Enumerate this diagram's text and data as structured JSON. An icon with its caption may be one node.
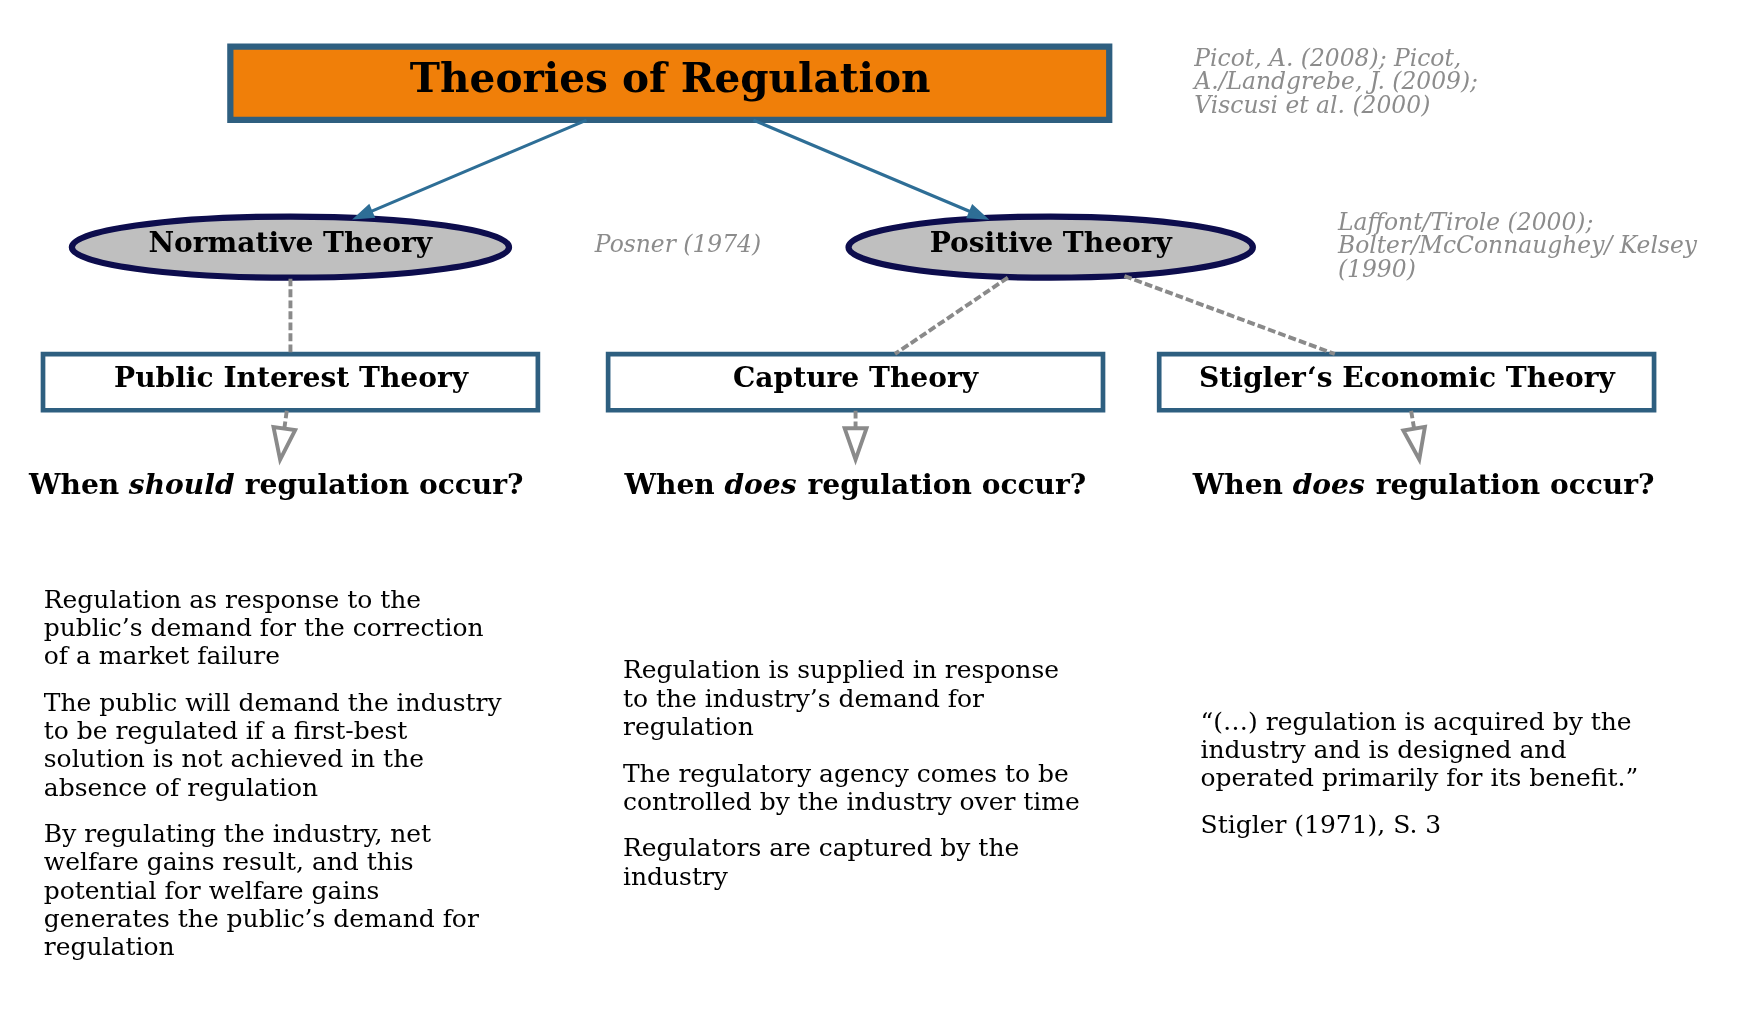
{
  "diagram": {
    "nodes": [
      {
        "text": [
          "Theories of Regulation"
        ],
        "beside": [
          "Picot, A. (2008); Picot, A./Landgrebe, J. (2009); Viscusi et al. (2000)"
        ]
      },
      {
        "text": [
          "Normative Theory"
        ],
        "beside": [
          "Posner (1974)"
        ]
      },
      {
        "text": [
          "Positive Theory"
        ],
        "beside": [
          "Laffont/Tirole (2000); Bolter/McConnaughey/ Kelsey (1990)"
        ]
      },
      {
        "text": [
          "Public Interest Theory"
        ]
      },
      {
        "text": [
          "Capture Theory"
        ]
      },
      {
        "text": [
          "Stigler‘s Economic Theory"
        ]
      },
      {
        "text": [
          "When *should* regulation occur?"
        ],
        "beside": [
          "Regulation as response to the public’s demand for the correction of a market failure",
          "The public will demand the industry to be regulated if a first-best solution is not achieved in the absence of regulation",
          "By regulating the industry, net welfare gains result, and this potential for welfare gains generates the public’s demand for regulation"
        ]
      },
      {
        "text": [
          "When *does* regulation occur?"
        ],
        "beside": [
          "Regulation is supplied in response to the industry’s demand for regulation",
          "The regulatory agency comes to be controlled by the industry over time",
          "Regulators are captured by the industry"
        ]
      },
      {
        "text": [
          "When *does* regulation occur?"
        ],
        "beside": [
          "“(…) regulation is acquired by the industry and is designed and operated primarily for its benefit.”",
          "Stigler (1971), S. 3"
        ]
      }
    ],
    "edges": [
      {
        "from": 0,
        "to": 1,
        "arrow": "to",
        "color": "#2e6e96"
      },
      {
        "from": 0,
        "to": 2,
        "arrow": "to",
        "color": "#2e6e96"
      },
      {
        "from": 1,
        "to": 3,
        "arrow": "none",
        "style": "dashed"
      },
      {
        "from": 3,
        "to": 6,
        "arrow": "to",
        "style": "dashed"
      },
      {
        "from": 2,
        "to": 4,
        "arrow": "none",
        "style": "dashed"
      },
      {
        "from": 4,
        "to": 7,
        "arrow": "to",
        "style": "dashed"
      },
      {
        "from": 2,
        "to": 5,
        "arrow": "none",
        "style": "dashed"
      },
      {
        "from": 5,
        "to": 8,
        "arrow": "to",
        "style": "dashed"
      }
    ]
  }
}
